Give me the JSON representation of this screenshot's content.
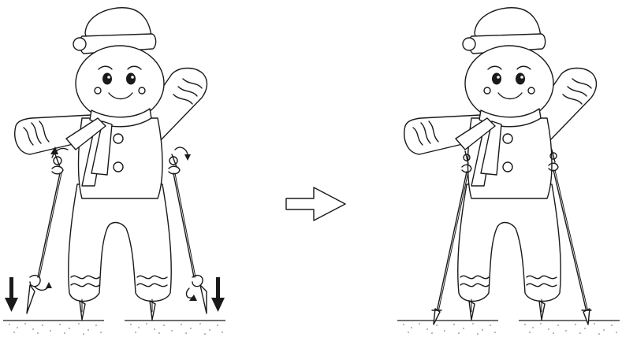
{
  "figure": {
    "panels": [
      {
        "state": "before",
        "tether_state": "loose",
        "shows_tension_arrows": true
      },
      {
        "state": "after",
        "tether_state": "staked",
        "shows_tension_arrows": false
      }
    ],
    "transition_icon": "right-arrow-outline-icon",
    "stroke_color": "#1a1a1a",
    "fill_color": "#ffffff"
  }
}
